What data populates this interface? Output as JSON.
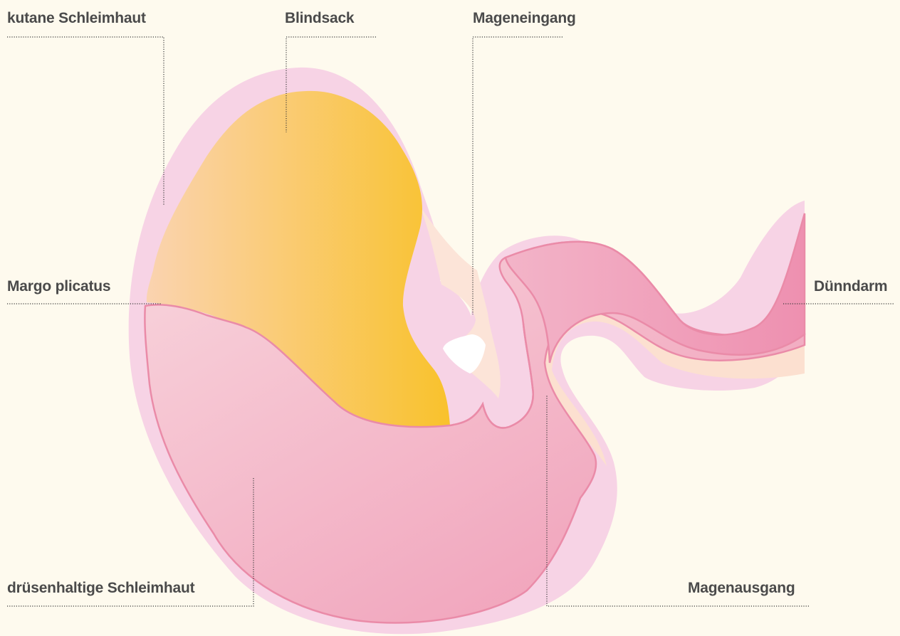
{
  "labels": {
    "kutane_schleimhaut": "kutane Schleimhaut",
    "blindsack": "Blindsack",
    "mageneingang": "Mageneingang",
    "margo_plicatus": "Margo plicatus",
    "duenndarm": "Dünndarm",
    "druesenhaltige_schleimhaut": "drüsenhaltige Schleimhaut",
    "magenausgang": "Magenausgang"
  },
  "colors": {
    "background": "#fefaee",
    "outer_wall": "#f7d3e5",
    "pale_lining": "#fce4d8",
    "cutaneous_start": "#fad3b0",
    "cutaneous_end": "#f9c22c",
    "glandular_start": "#f8d4dc",
    "glandular_end": "#ef98b4",
    "mucosa_outline": "#ea8ba8",
    "label_text": "#4a4a4a"
  }
}
